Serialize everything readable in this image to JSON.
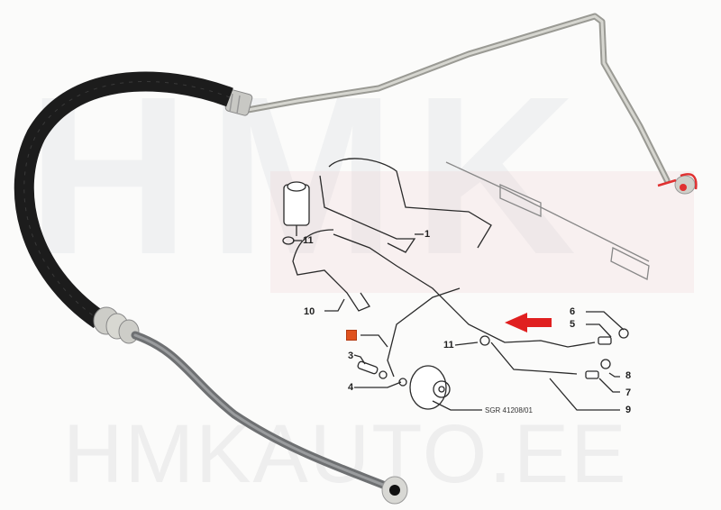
{
  "watermark": {
    "top_text": "HMK",
    "bottom_text": "HMKAUTO.EE",
    "color_grey": "#c8cdd7",
    "color_red": "#f0c4c4"
  },
  "product": {
    "description": "Power steering high-pressure hose with metal pipe and red protective caps",
    "hose_color": "#1c1c1c",
    "pipe_color": "#b8b8b2",
    "cap_color": "#e03030"
  },
  "diagram": {
    "callouts": [
      {
        "id": "1",
        "label": "1"
      },
      {
        "id": "11a",
        "label": "11"
      },
      {
        "id": "10",
        "label": "10"
      },
      {
        "id": "11b",
        "label": "11"
      },
      {
        "id": "3",
        "label": "3"
      },
      {
        "id": "4",
        "label": "4"
      },
      {
        "id": "6",
        "label": "6"
      },
      {
        "id": "5",
        "label": "5"
      },
      {
        "id": "8",
        "label": "8"
      },
      {
        "id": "7",
        "label": "7"
      },
      {
        "id": "9",
        "label": "9"
      }
    ],
    "highlighted_part_label": "",
    "highlight_color": "#e0521e",
    "arrow_color": "#e02020",
    "reference_code": "SGR 41208/01"
  }
}
